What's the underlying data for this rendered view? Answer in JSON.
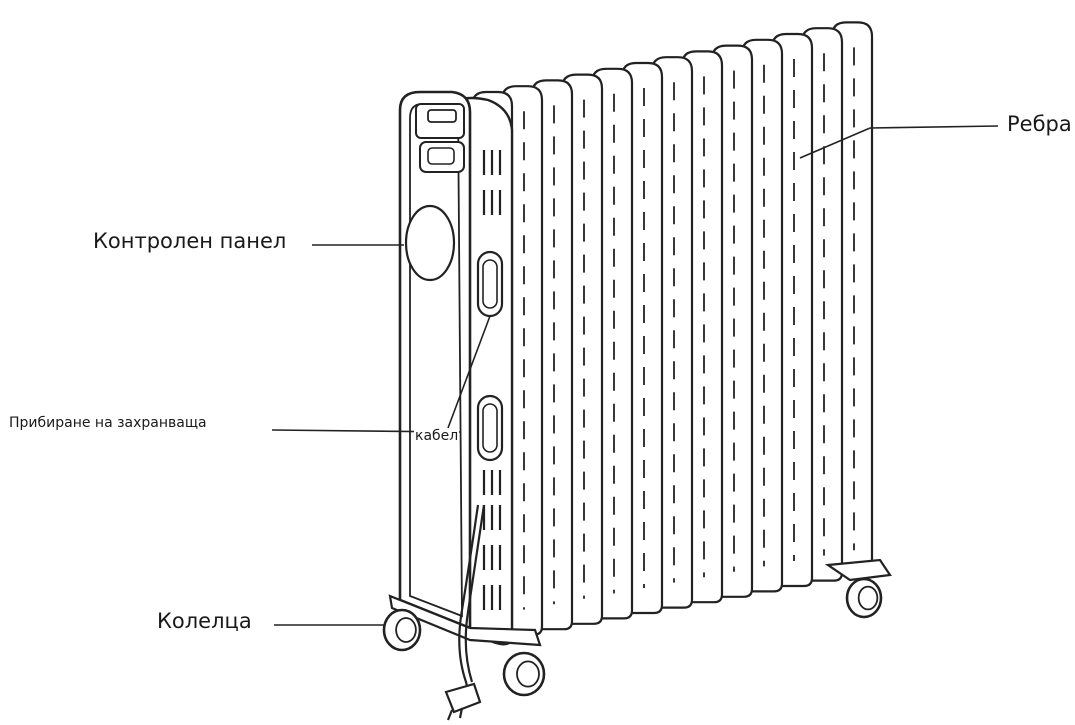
{
  "labels": {
    "ribs": "Ребра",
    "control_panel": "Контролен панел",
    "cord_storage_line1": "Прибиране на захранваща",
    "cord_storage_line2": "кабел",
    "wheels": "Колелца"
  },
  "colors": {
    "stroke": "#222222",
    "fill": "#ffffff",
    "text": "#1a1a1a"
  }
}
